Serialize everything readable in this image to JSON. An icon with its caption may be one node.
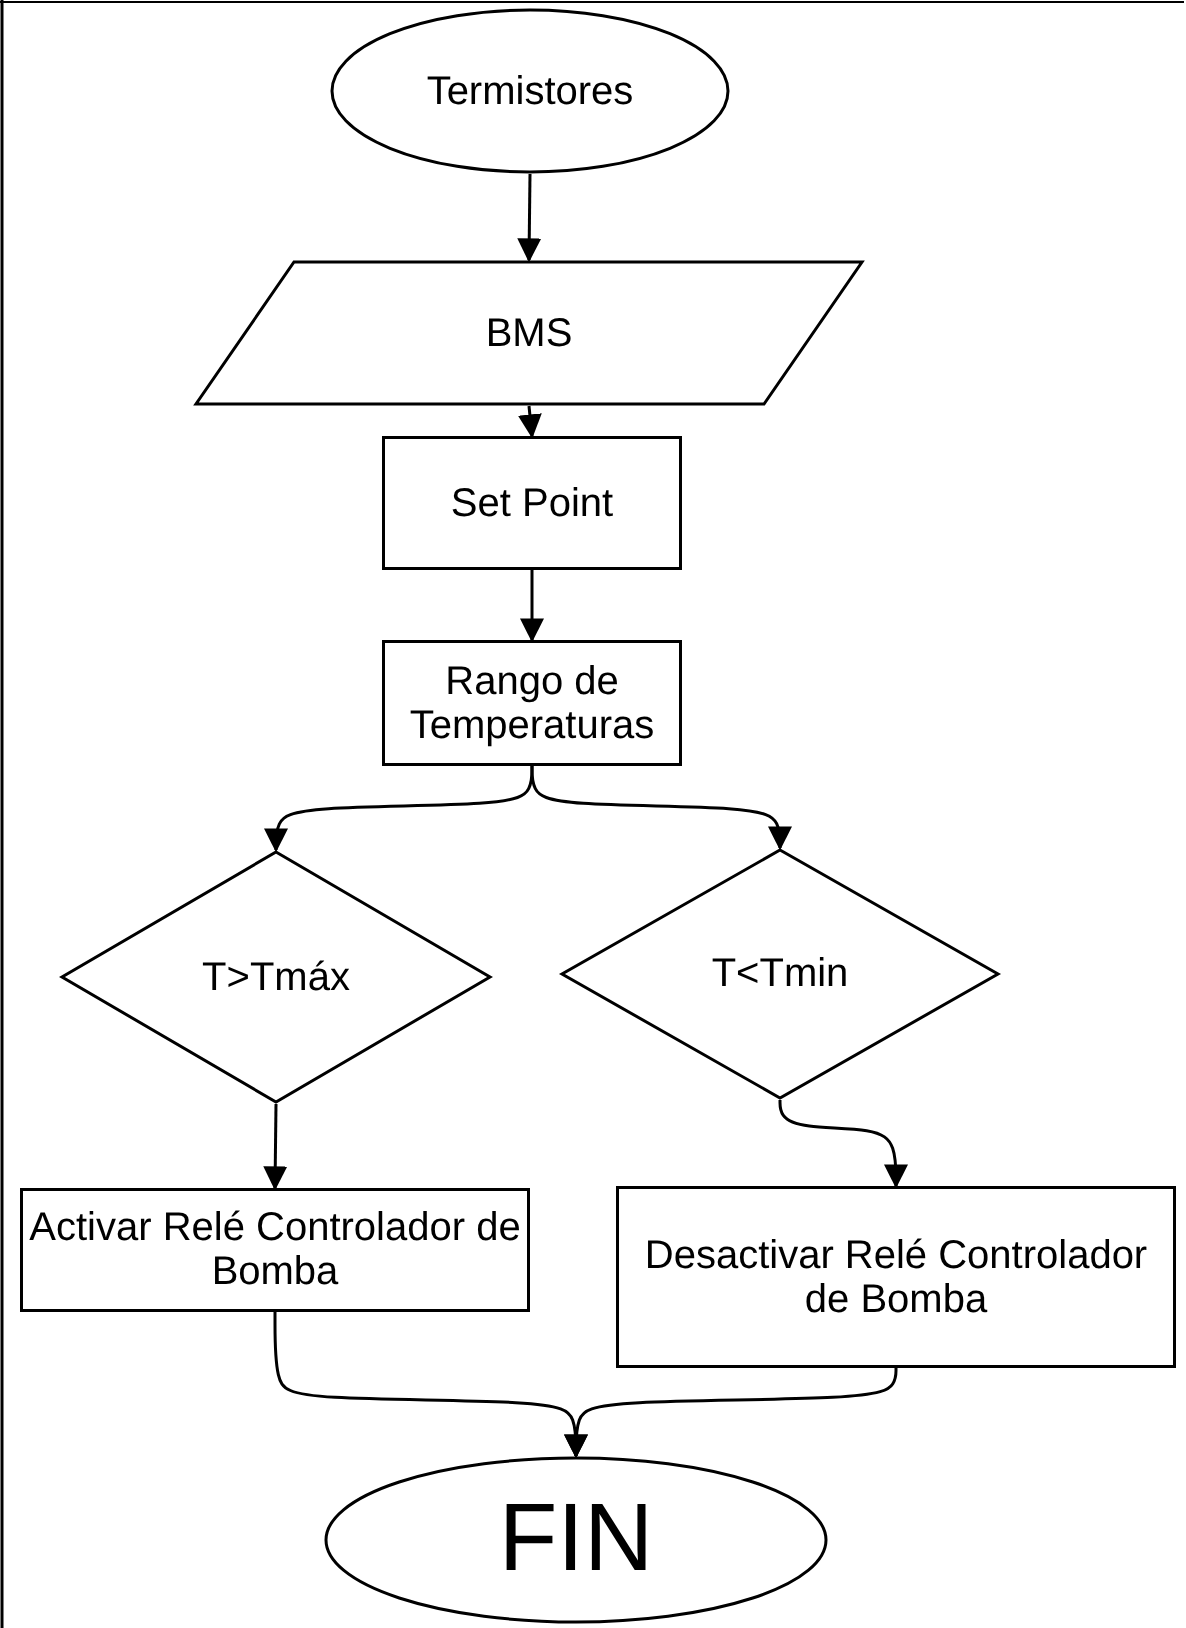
{
  "diagram": {
    "nodes": [
      {
        "text": [
          "Termistores"
        ]
      },
      {
        "text": [
          "BMS"
        ]
      },
      {
        "text": [
          "Set Point"
        ]
      },
      {
        "text": [
          "Rango de Temperaturas"
        ]
      },
      {
        "text": [
          "T>Tmáx"
        ]
      },
      {
        "text": [
          "T<Tmin"
        ]
      },
      {
        "text": [
          "Activar Relé Controlador de Bomba"
        ]
      },
      {
        "text": [
          "Desactivar Relé Controlador de Bomba"
        ]
      },
      {
        "text": [
          "FIN"
        ]
      }
    ],
    "edges": [
      {
        "from": 0,
        "to": 1,
        "arrow": "to"
      },
      {
        "from": 1,
        "to": 2,
        "arrow": "to"
      },
      {
        "from": 2,
        "to": 3,
        "arrow": "to"
      },
      {
        "from": 3,
        "to": 4,
        "arrow": "to"
      },
      {
        "from": 3,
        "to": 5,
        "arrow": "to"
      },
      {
        "from": 4,
        "to": 6,
        "arrow": "to"
      },
      {
        "from": 5,
        "to": 7,
        "arrow": "to"
      },
      {
        "from": 6,
        "to": 8,
        "arrow": "to"
      },
      {
        "from": 7,
        "to": 8,
        "arrow": "to"
      }
    ]
  }
}
